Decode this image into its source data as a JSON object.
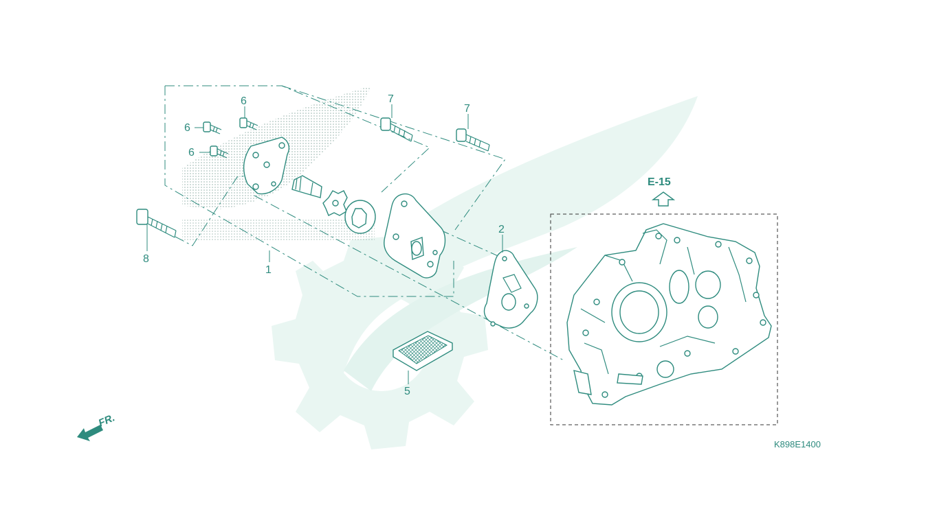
{
  "diagram": {
    "callouts": [
      "6",
      "6",
      "6",
      "7",
      "7",
      "8",
      "1",
      "2",
      "5"
    ],
    "reference_section": "E-15",
    "front_direction": "FR.",
    "diagram_code": "K898E1400"
  },
  "colors": {
    "line": "#2e8b7e",
    "watermark": "#e8f5f1",
    "frame": "#333333"
  }
}
